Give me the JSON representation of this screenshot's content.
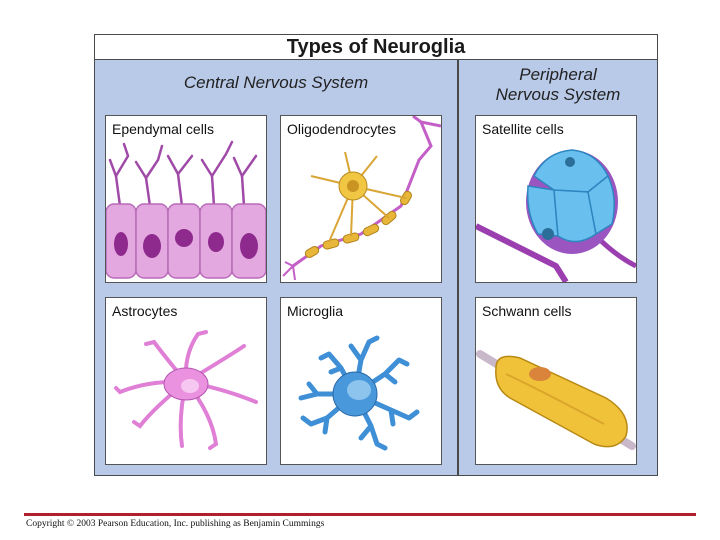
{
  "title": "Types of Neuroglia",
  "cns": {
    "title": "Central Nervous System",
    "panels": [
      {
        "label": "Ependymal cells",
        "icon": "ependymal-cells-illustration"
      },
      {
        "label": "Oligodendrocytes",
        "icon": "oligodendrocyte-illustration"
      },
      {
        "label": "Astrocytes",
        "icon": "astrocyte-illustration"
      },
      {
        "label": "Microglia",
        "icon": "microglia-illustration"
      }
    ]
  },
  "pns": {
    "title_line1": "Peripheral",
    "title_line2": "Nervous System",
    "panels": [
      {
        "label": "Satellite cells",
        "icon": "satellite-cells-illustration"
      },
      {
        "label": "Schwann cells",
        "icon": "schwann-cell-illustration"
      }
    ]
  },
  "colors": {
    "background_panel": "#b9c9e8",
    "ependymal": "#d98bd6",
    "oligodendrocyte": "#e7b93a",
    "astrocyte": "#e07fd6",
    "microglia": "#3f8fd6",
    "satellite": "#5fb4ea",
    "schwann": "#f0c23a",
    "footer_rule": "#b0202a"
  },
  "footer": {
    "copyright": "Copyright © 2003 Pearson Education, Inc. publishing as Benjamin Cummings"
  }
}
